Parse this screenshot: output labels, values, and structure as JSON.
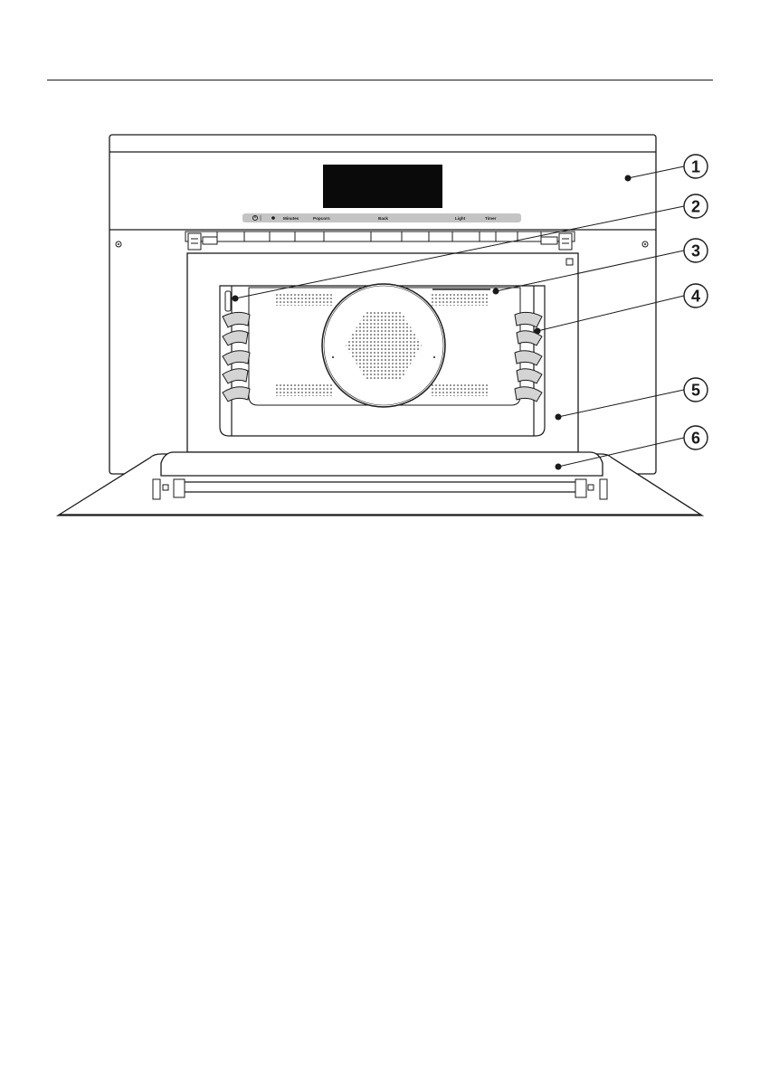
{
  "control_panel": {
    "labels": [
      "Minutes",
      "Popcorn",
      "Back",
      "Light",
      "Timer"
    ]
  },
  "callouts": [
    {
      "number": "1",
      "target": "control-panel"
    },
    {
      "number": "2",
      "target": "door-hinge-latch"
    },
    {
      "number": "3",
      "target": "oven-ceiling"
    },
    {
      "number": "4",
      "target": "side-runners"
    },
    {
      "number": "5",
      "target": "door-seal"
    },
    {
      "number": "6",
      "target": "oven-door"
    }
  ],
  "colors": {
    "line": "#1a1a1a",
    "panel_strip": "#c4c4c4",
    "display": "#0a0a0a",
    "runner_fill": "#d4d4d4",
    "callout_circle": "#ffffff"
  }
}
